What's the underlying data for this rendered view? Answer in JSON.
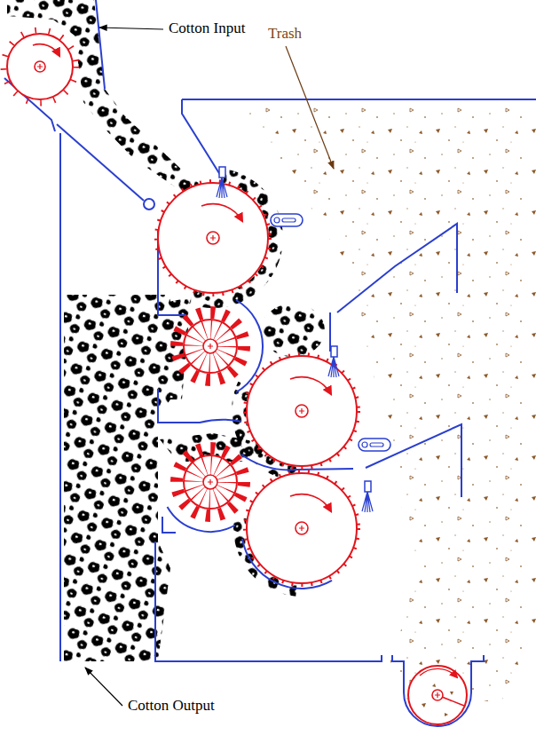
{
  "diagram": {
    "labels": [
      "Cotton Input",
      "Trash",
      "Cotton Output"
    ]
  }
}
